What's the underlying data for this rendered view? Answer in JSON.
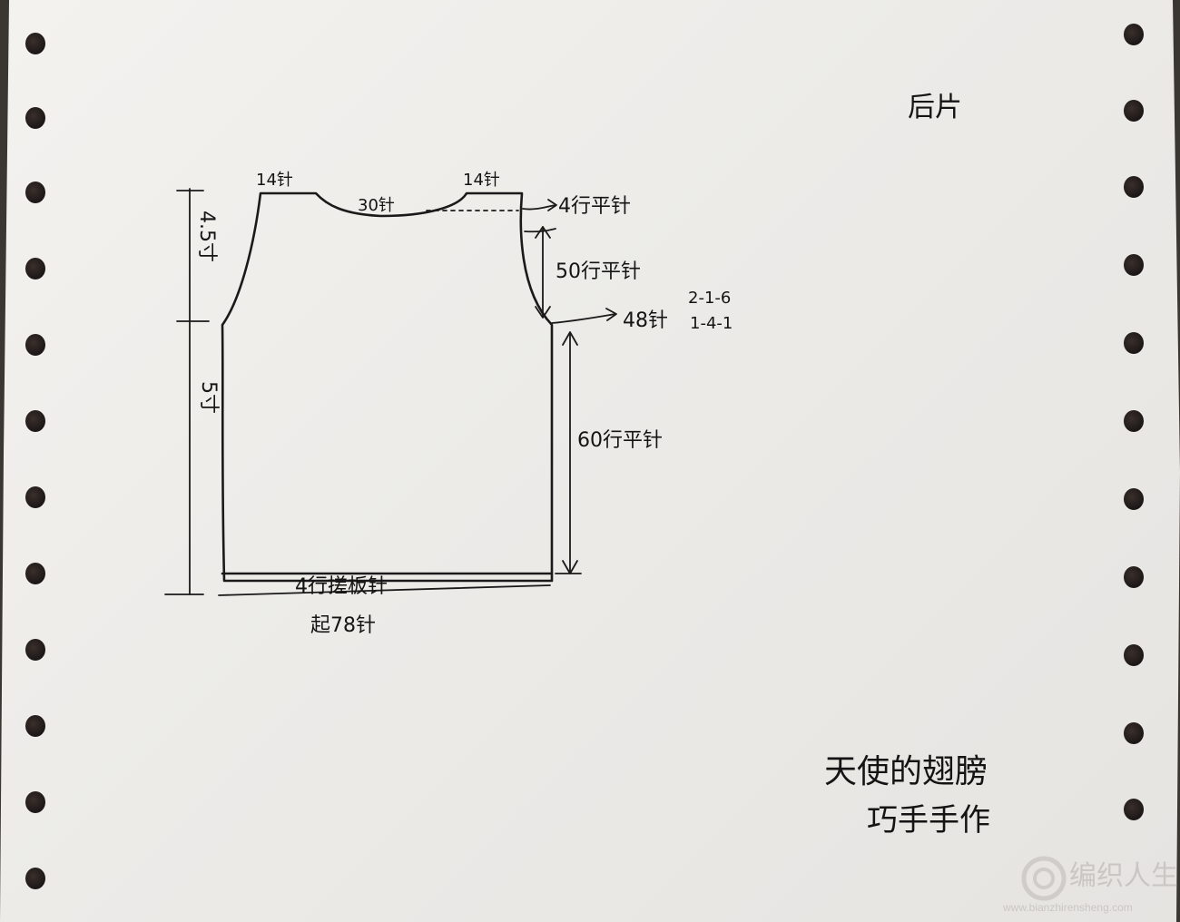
{
  "title": "后片",
  "labels": {
    "shoulder_left": "14针",
    "shoulder_right": "14针",
    "neck": "30针",
    "neck_rows": "4行平针",
    "armhole_height": "4.5寸",
    "armhole_rows": "50行平针",
    "armhole_decrease": "48针",
    "decrease_rule_1": "2-1-6",
    "decrease_rule_2": "1-4-1",
    "body_height": "5寸",
    "body_rows": "60行平针",
    "hem_ribbing": "4行搓板针",
    "cast_on": "起78针"
  },
  "signature_line1": "天使的翅膀",
  "signature_line2": "巧手手作",
  "watermark": {
    "brand": "编织人生",
    "url": "www.bianzhirensheng.com"
  },
  "colors": {
    "ink": "#1a1a1a",
    "paper": "#eeece9",
    "hole": "#1b1716",
    "watermark": "#c9c6c3"
  }
}
